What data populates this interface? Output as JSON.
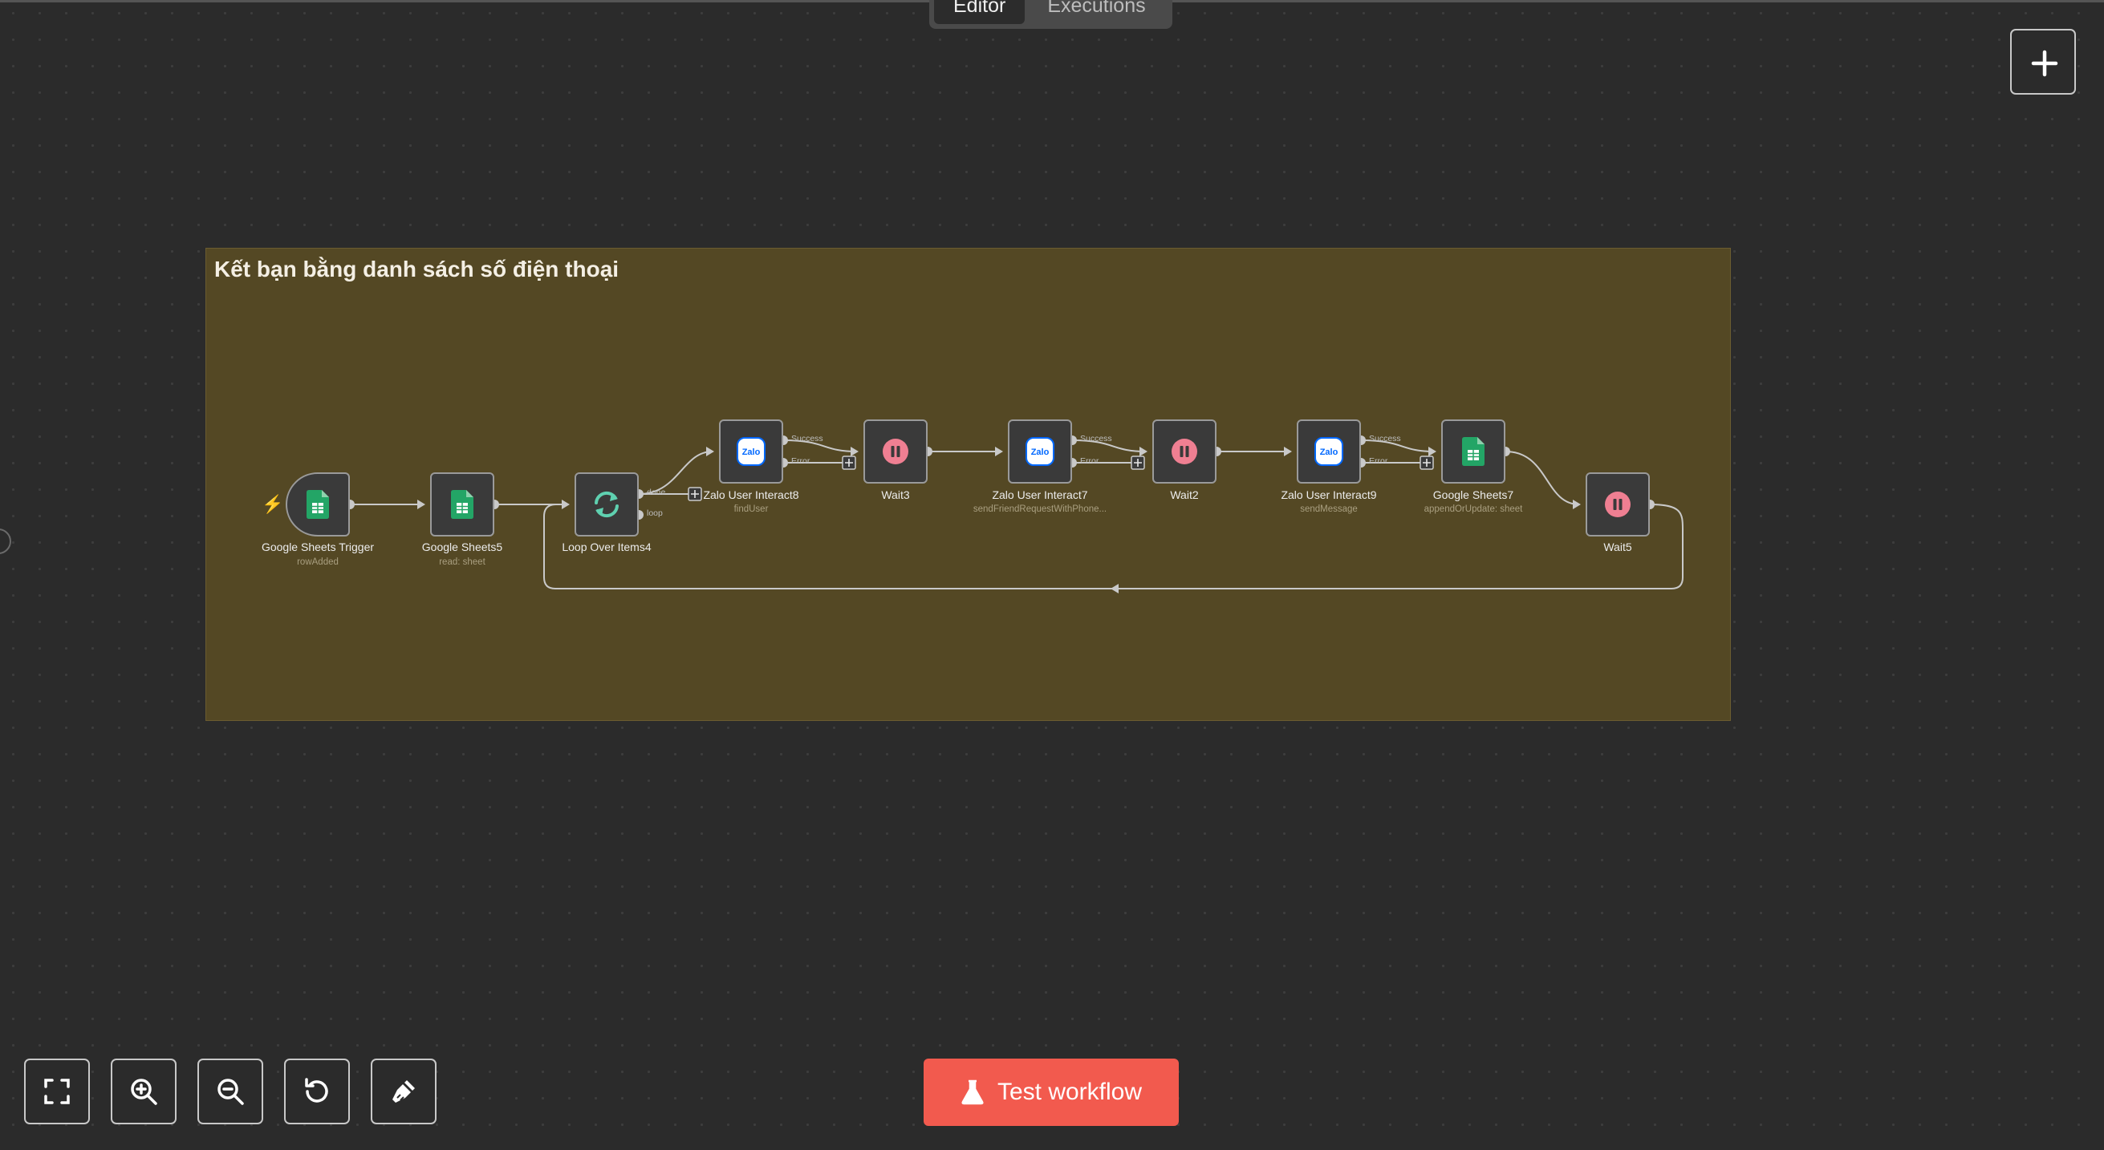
{
  "tabs": [
    {
      "label": "Editor",
      "active": true
    },
    {
      "label": "Executions",
      "active": false
    }
  ],
  "sticky_note": {
    "title": "Kết bạn bằng danh sách số điện thoại"
  },
  "nodes": [
    {
      "name": "Google Sheets Trigger",
      "subtitle": "rowAdded",
      "icon": "google-sheets-icon"
    },
    {
      "name": "Google Sheets5",
      "subtitle": "read: sheet",
      "icon": "google-sheets-icon"
    },
    {
      "name": "Loop Over Items4",
      "subtitle": "",
      "icon": "loop-icon"
    },
    {
      "name": "Zalo User Interact8",
      "subtitle": "findUser",
      "icon": "zalo-icon"
    },
    {
      "name": "Wait3",
      "subtitle": "",
      "icon": "pause-icon"
    },
    {
      "name": "Zalo User Interact7",
      "subtitle": "sendFriendRequestWithPhone...",
      "icon": "zalo-icon"
    },
    {
      "name": "Wait2",
      "subtitle": "",
      "icon": "pause-icon"
    },
    {
      "name": "Zalo User Interact9",
      "subtitle": "sendMessage",
      "icon": "zalo-icon"
    },
    {
      "name": "Google Sheets7",
      "subtitle": "appendOrUpdate: sheet",
      "icon": "google-sheets-icon"
    },
    {
      "name": "Wait5",
      "subtitle": "",
      "icon": "pause-icon"
    }
  ],
  "port_labels": {
    "success": "Success",
    "error": "Error",
    "done": "done",
    "loop": "loop"
  },
  "zalo_logo_text": "Zalo",
  "controls": {
    "zoom_to_fit": "expand-icon",
    "zoom_in": "zoom-in-icon",
    "zoom_out": "zoom-out-icon",
    "reset_zoom": "undo-icon",
    "tidy_up": "broom-icon"
  },
  "test_button": {
    "label": "Test workflow",
    "icon": "flask-icon"
  },
  "colors": {
    "canvas": "#2b2b2b",
    "sticky": "#544824",
    "accent": "#f25a4e",
    "sheets_green": "#23a566",
    "wait_pink": "#ef7f92",
    "loop_teal": "#5fd0b0",
    "zalo_blue": "#0068ff"
  }
}
